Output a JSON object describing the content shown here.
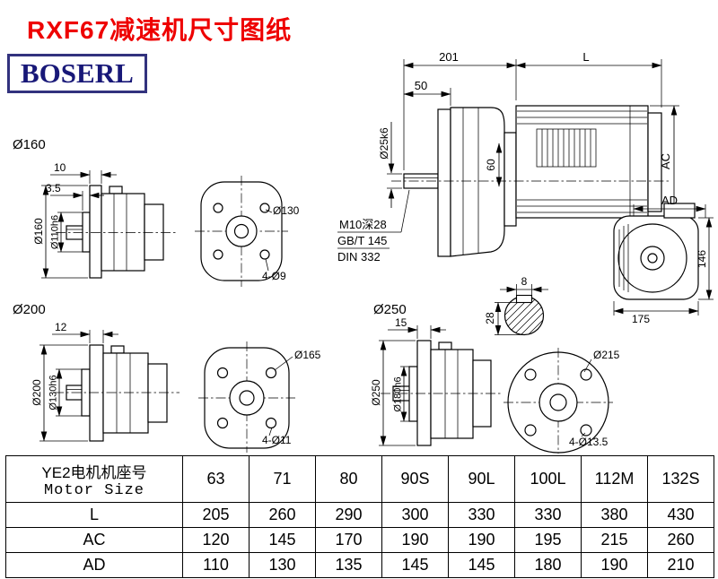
{
  "title": "RXF67减速机尺寸图纸",
  "logo": "BOSERL",
  "drawing": {
    "main": {
      "dim_201": "201",
      "dim_L": "L",
      "dim_50": "50",
      "dim_shaft": "Ø25k6",
      "dim_60": "60",
      "dim_AC": "AC",
      "note_thread": "M10深28",
      "note_gb": "GB/T 145",
      "note_din": "DIN 332"
    },
    "key_section": {
      "dim_width": "8",
      "dim_depth": "28"
    },
    "motor_end": {
      "dim_AD": "AD",
      "dim_146": "146",
      "dim_175": "175"
    },
    "flange_160": {
      "series_label": "Ø160",
      "dim_10": "10",
      "dim_3_5": "3.5",
      "dim_od": "Ø160",
      "dim_spigot": "Ø110h6",
      "dim_bolt_circle": "Ø130",
      "dim_holes": "4-Ø9"
    },
    "flange_200": {
      "series_label": "Ø200",
      "dim_12": "12",
      "dim_od": "Ø200",
      "dim_spigot": "Ø130h6",
      "dim_bolt_circle": "Ø165",
      "dim_holes": "4-Ø11"
    },
    "flange_250": {
      "series_label": "Ø250",
      "dim_15": "15",
      "dim_od": "Ø250",
      "dim_spigot": "Ø180h6",
      "dim_bolt_circle": "Ø215",
      "dim_holes": "4-Ø13.5"
    }
  },
  "table": {
    "header_cn": "YE2电机机座号",
    "header_en": "Motor Size",
    "columns": [
      "63",
      "71",
      "80",
      "90S",
      "90L",
      "100L",
      "112M",
      "132S"
    ],
    "rows": [
      {
        "label": "L",
        "values": [
          "205",
          "260",
          "290",
          "300",
          "330",
          "330",
          "380",
          "430"
        ]
      },
      {
        "label": "AC",
        "values": [
          "120",
          "145",
          "170",
          "190",
          "190",
          "195",
          "215",
          "260"
        ]
      },
      {
        "label": "AD",
        "values": [
          "110",
          "130",
          "135",
          "145",
          "145",
          "180",
          "190",
          "210"
        ]
      }
    ]
  }
}
